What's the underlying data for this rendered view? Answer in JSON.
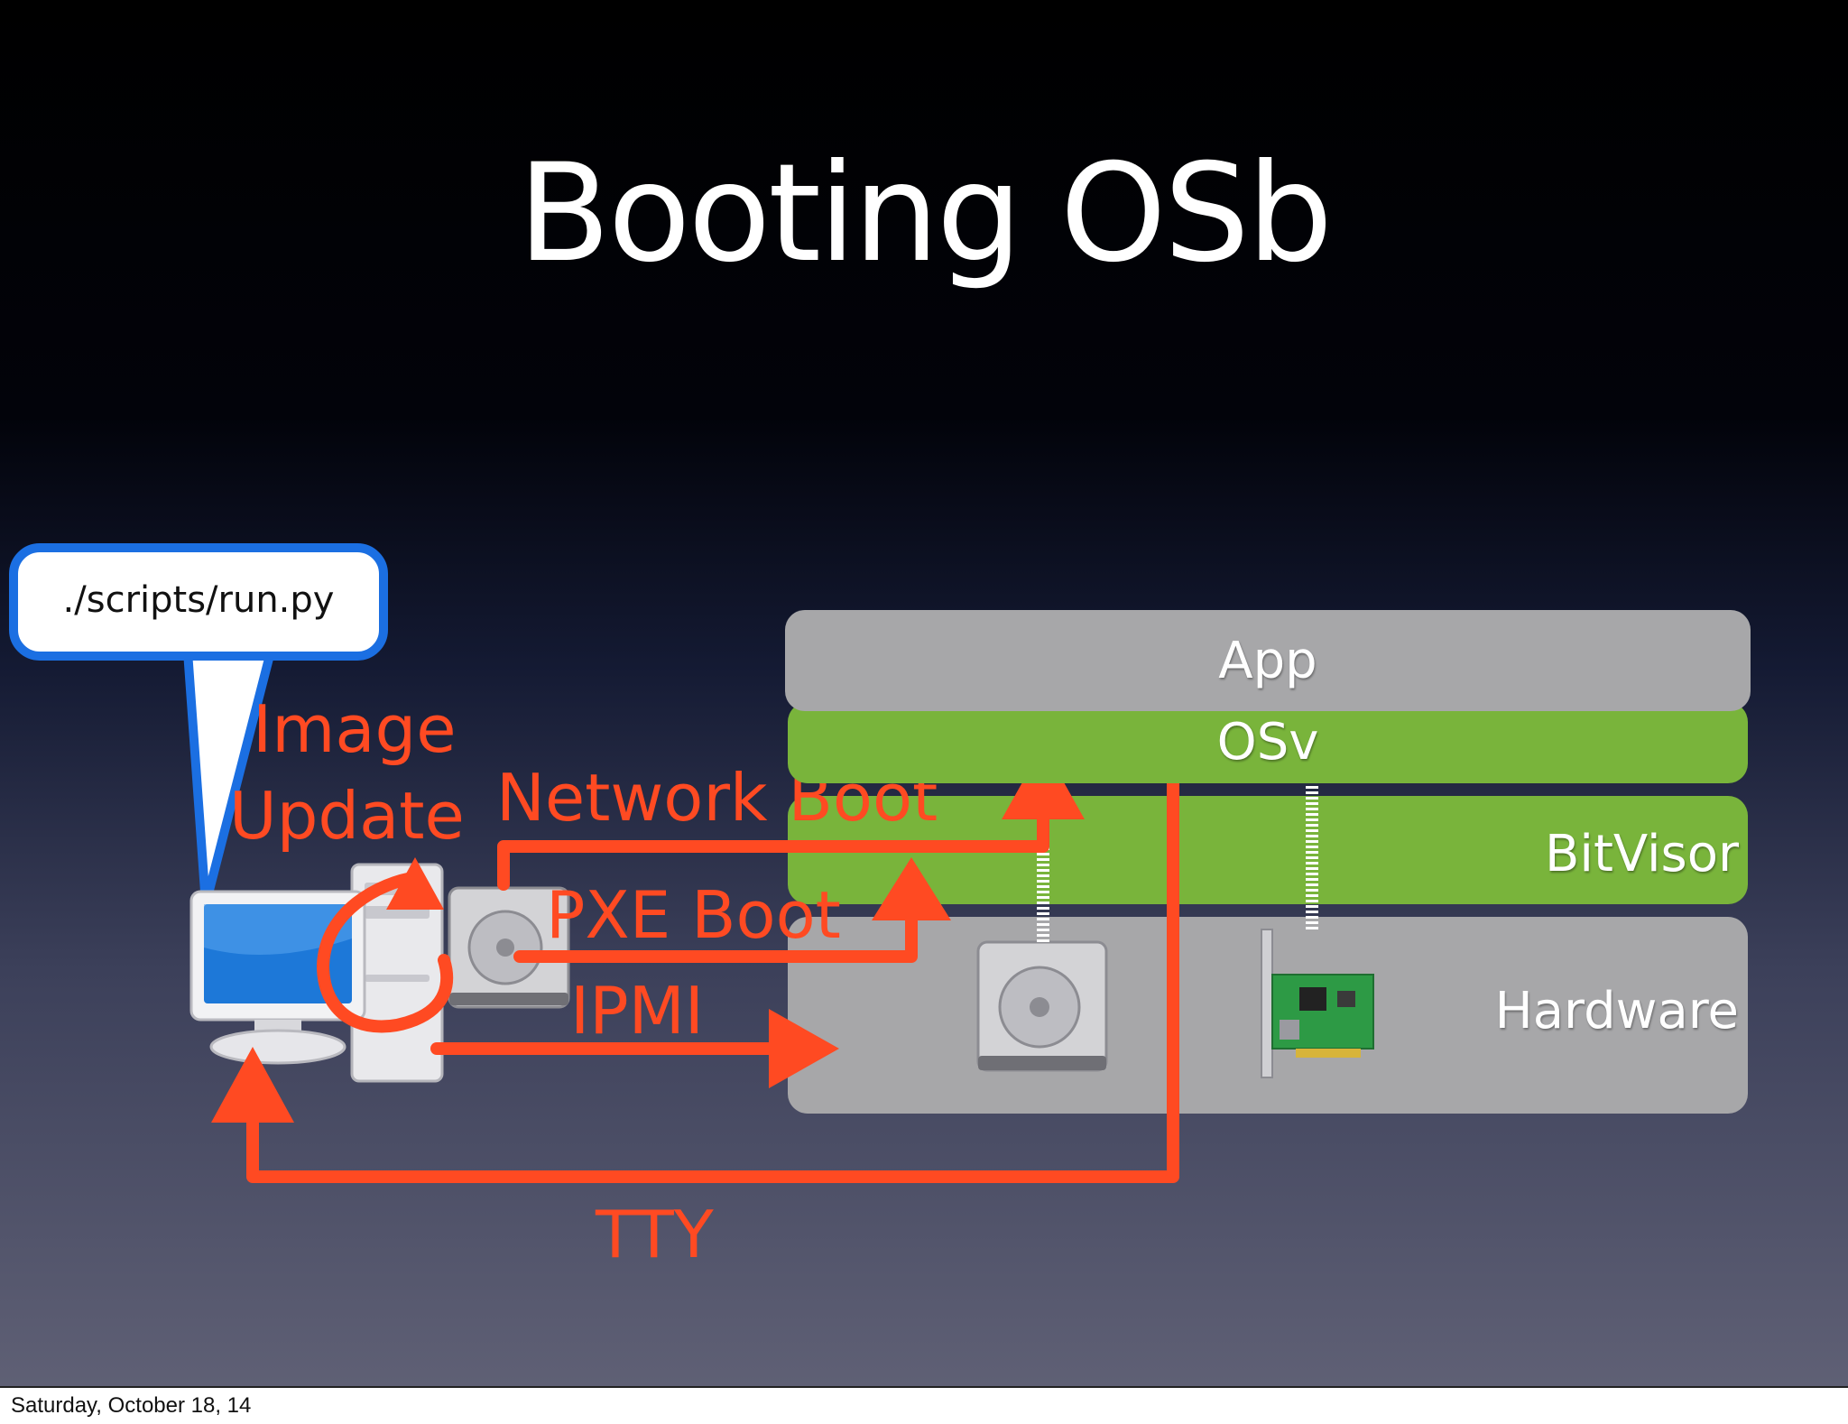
{
  "slide": {
    "title": "Booting OSb",
    "callout": "./scripts/run.py",
    "layers": {
      "app": "App",
      "osv": "OSv",
      "bitvisor": "BitVisor",
      "hardware": "Hardware"
    },
    "flow_labels": {
      "image": "Image",
      "update": "Update",
      "network_boot": "Network Boot",
      "pxe_boot": "PXE Boot",
      "ipmi": "IPMI",
      "tty": "TTY"
    },
    "colors": {
      "arrow": "#ff4a22",
      "layer_gray": "#a7a7a9",
      "layer_green": "#79b43b",
      "callout_border": "#1b6fe2"
    },
    "icons": [
      "computer-icon",
      "hard-disk-icon",
      "network-card-icon"
    ]
  },
  "footer": {
    "date": "Saturday, October 18, 14"
  }
}
